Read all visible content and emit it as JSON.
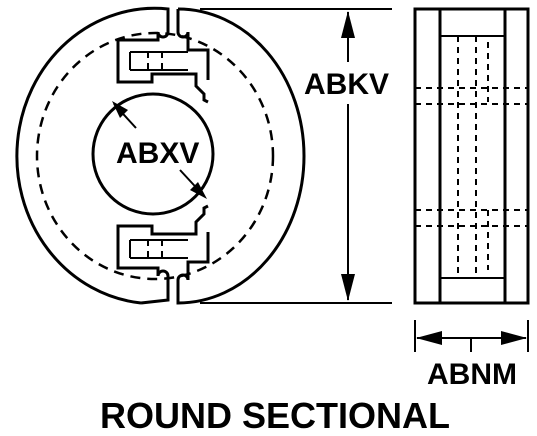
{
  "labels": {
    "inner_diameter": "ABXV",
    "outer_diameter": "ABKV",
    "width": "ABNM",
    "title": "ROUND SECTIONAL"
  }
}
